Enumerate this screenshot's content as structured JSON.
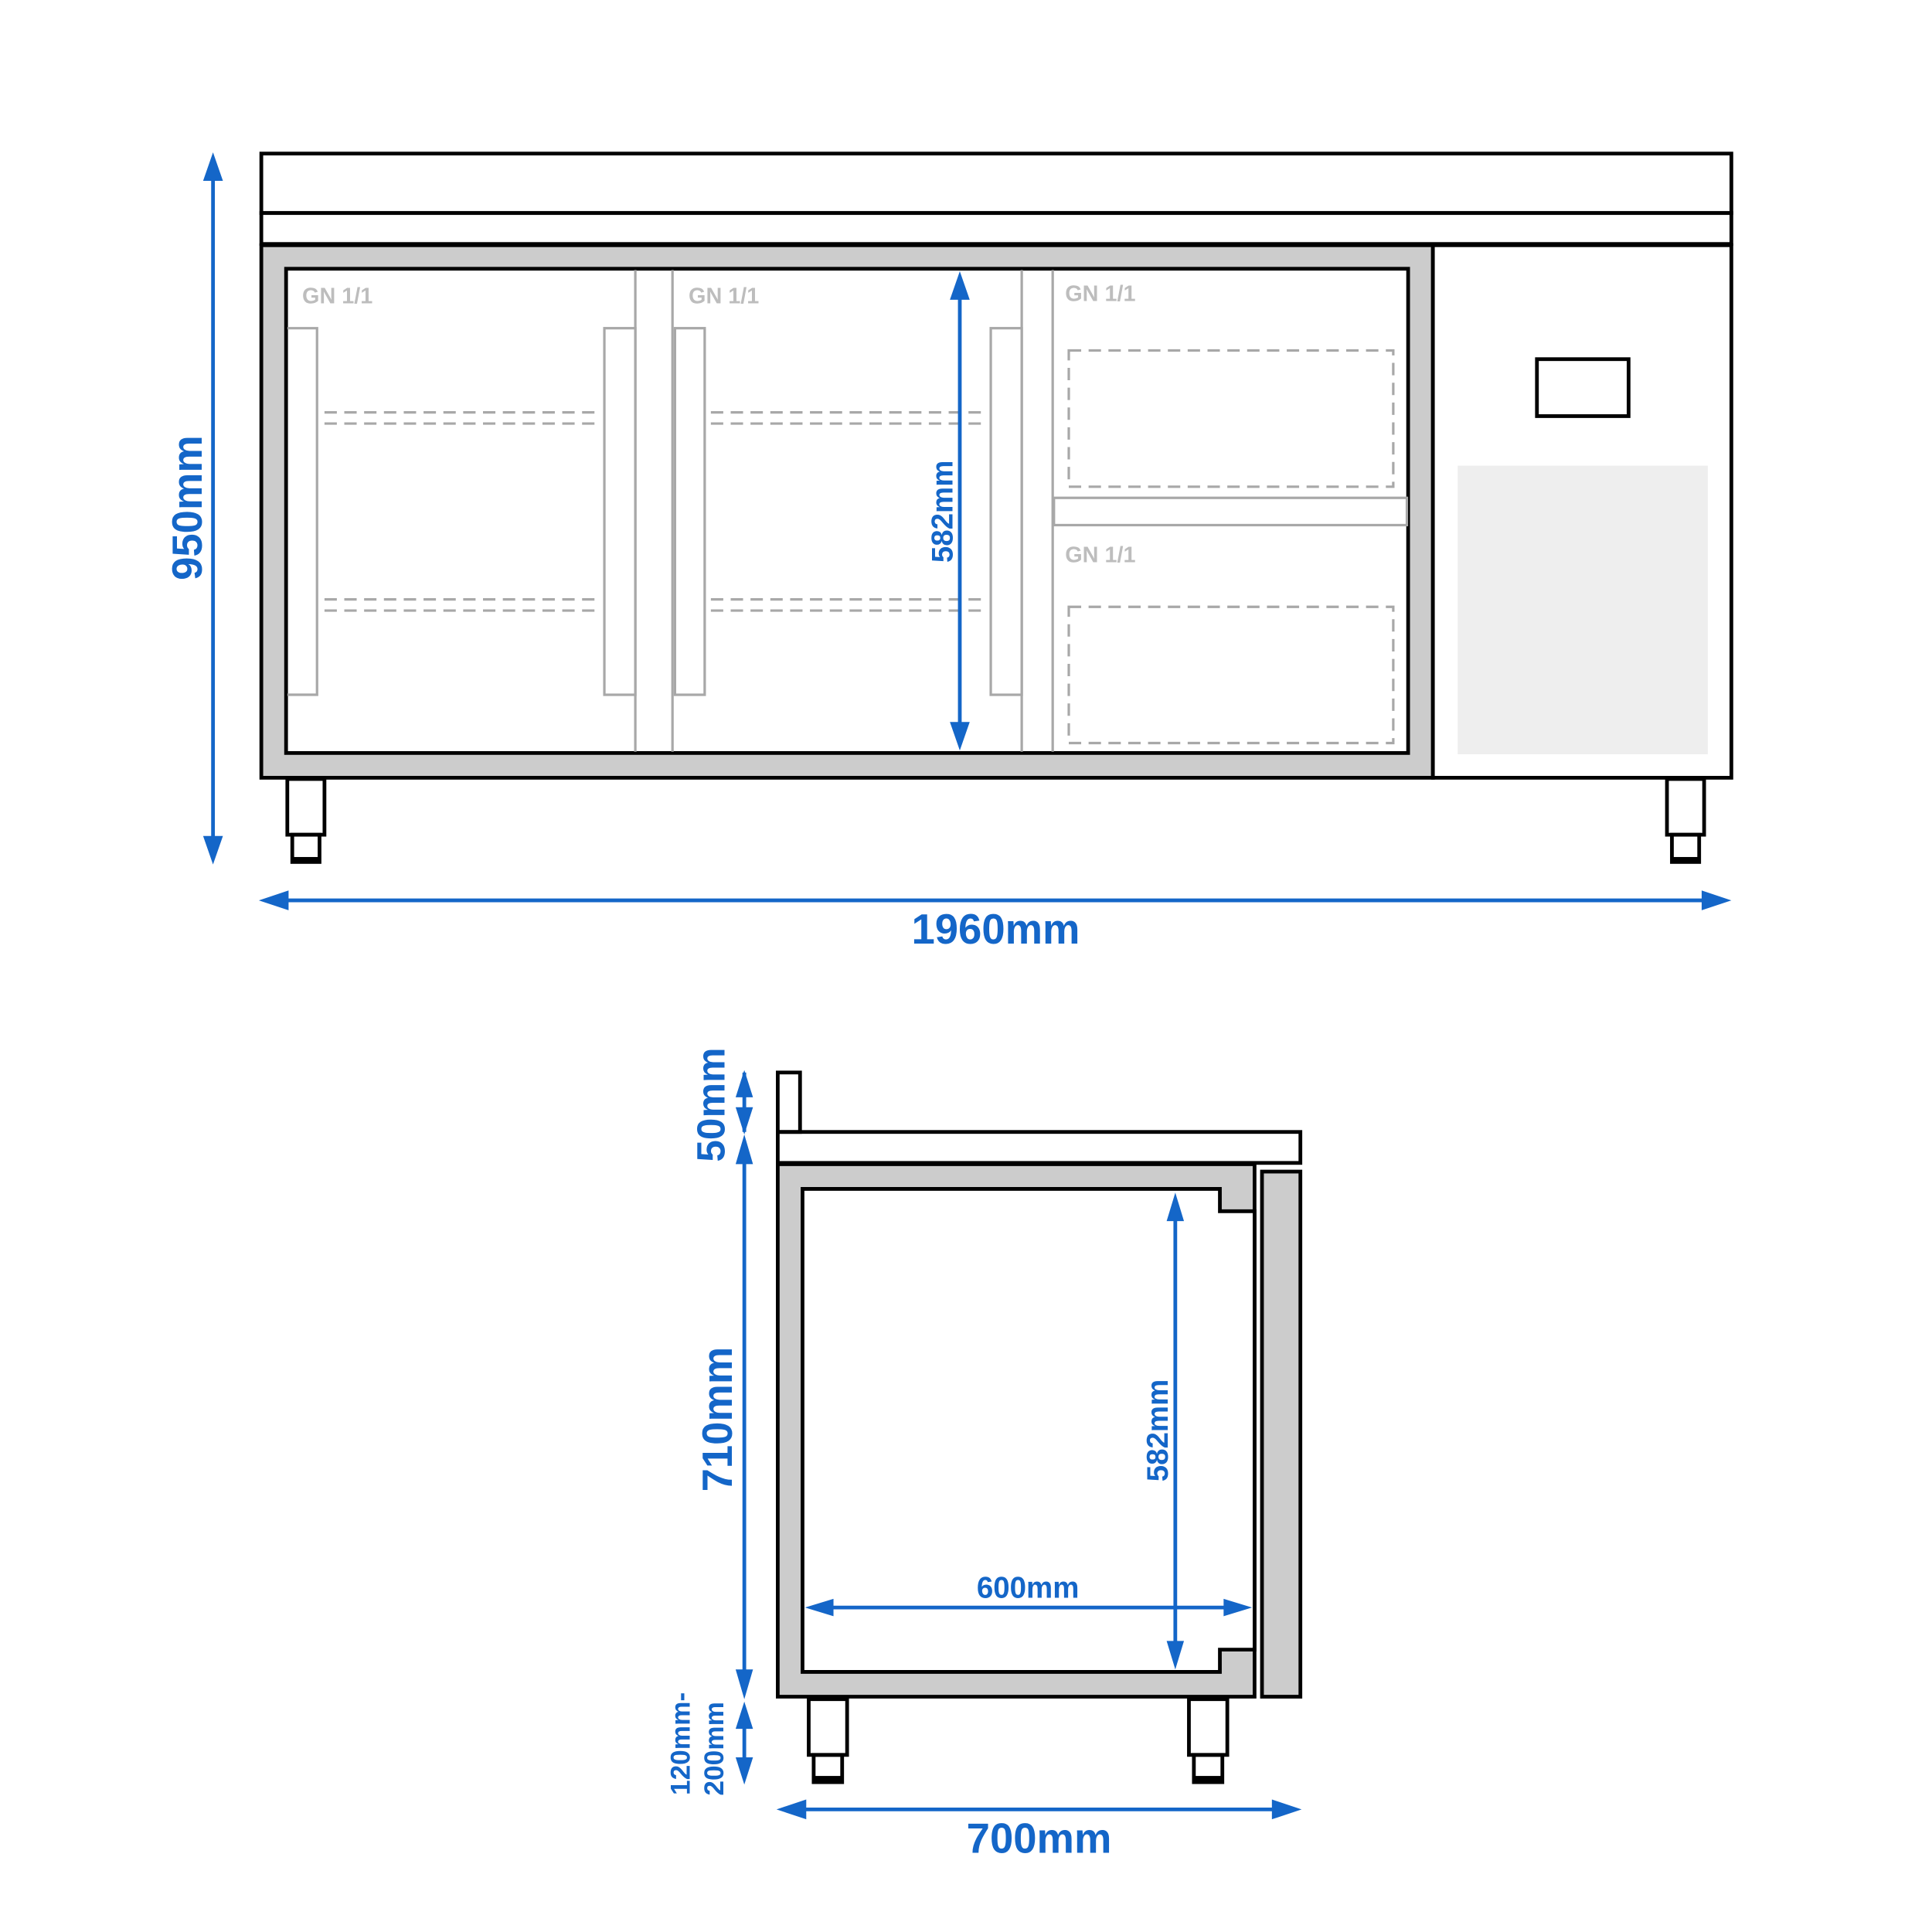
{
  "front_view": {
    "height_label": "950mm",
    "width_label": "1960mm",
    "inner_height_label": "582mm",
    "compartments": [
      {
        "label": "GN 1/1"
      },
      {
        "label": "GN 1/1"
      },
      {
        "label": "GN 1/1"
      },
      {
        "label": "GN 1/1"
      }
    ]
  },
  "side_view": {
    "upstand_label": "50mm",
    "body_height_label": "710mm",
    "leg_height_label_line1": "120mm-",
    "leg_height_label_line2": "200mm",
    "depth_label": "700mm",
    "inner_depth_label": "600mm",
    "inner_height_label": "582mm"
  },
  "colors": {
    "dimension": "#1466c8",
    "outline": "#000000",
    "wall_fill": "#cccccc",
    "panel_fill": "#eeeeee",
    "gn_text": "#bdbdbd"
  }
}
